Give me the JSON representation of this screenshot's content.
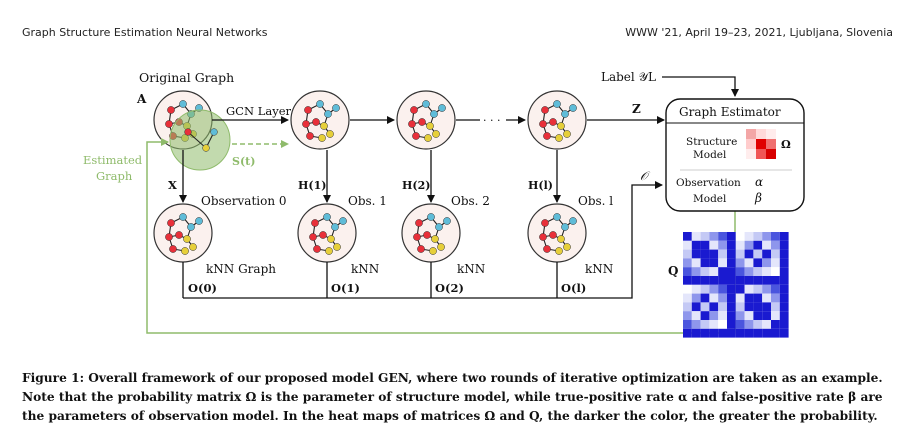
{
  "header": {
    "left": "Graph Structure Estimation Neural Networks",
    "right": "WWW '21, April 19–23, 2021, Ljubljana, Slovenia"
  },
  "figure": {
    "original_graph": "Original Graph",
    "a": "A",
    "gcn_layer": "GCN Layer",
    "estimated_graph_1": "Estimated",
    "estimated_graph_2": "Graph",
    "s_t": "S(t)",
    "x": "X",
    "h": [
      "H(1)",
      "H(2)",
      "H(l)"
    ],
    "dots": "· · ·",
    "z": "Z",
    "label": "Label 𝒴L",
    "observations": [
      "Observation 0",
      "Obs. 1",
      "Obs. 2",
      "Obs. l"
    ],
    "knn_graph": "kNN Graph",
    "knn": [
      "kNN",
      "kNN",
      "kNN"
    ],
    "o": [
      "O(0)",
      "O(1)",
      "O(2)",
      "O(l)"
    ],
    "o_script": "𝒪",
    "estimator": {
      "title": "Graph Estimator",
      "structure_1": "Structure",
      "structure_2": "Model",
      "omega": "Ω",
      "observation_1": "Observation",
      "observation_2": "Model",
      "alpha": "α",
      "beta": "β"
    },
    "q": "Q",
    "colors": {
      "green": "#8fbb6b",
      "red": "#e8303a",
      "cyan": "#5fbcd8",
      "yellow": "#e6cf3a",
      "heat_red": "#e00000",
      "heat_blue": "#1a1ad0"
    }
  },
  "caption": [
    "Figure 1: Overall framework of our proposed model GEN, where two rounds of iterative optimization are taken as an example.",
    "Note that the probability matrix Ω is the parameter of structure model, while true-positive rate α and false-positive rate β are",
    "the parameters of observation model. In the heat maps of matrices Ω and Q, the darker the color, the greater the probability."
  ]
}
